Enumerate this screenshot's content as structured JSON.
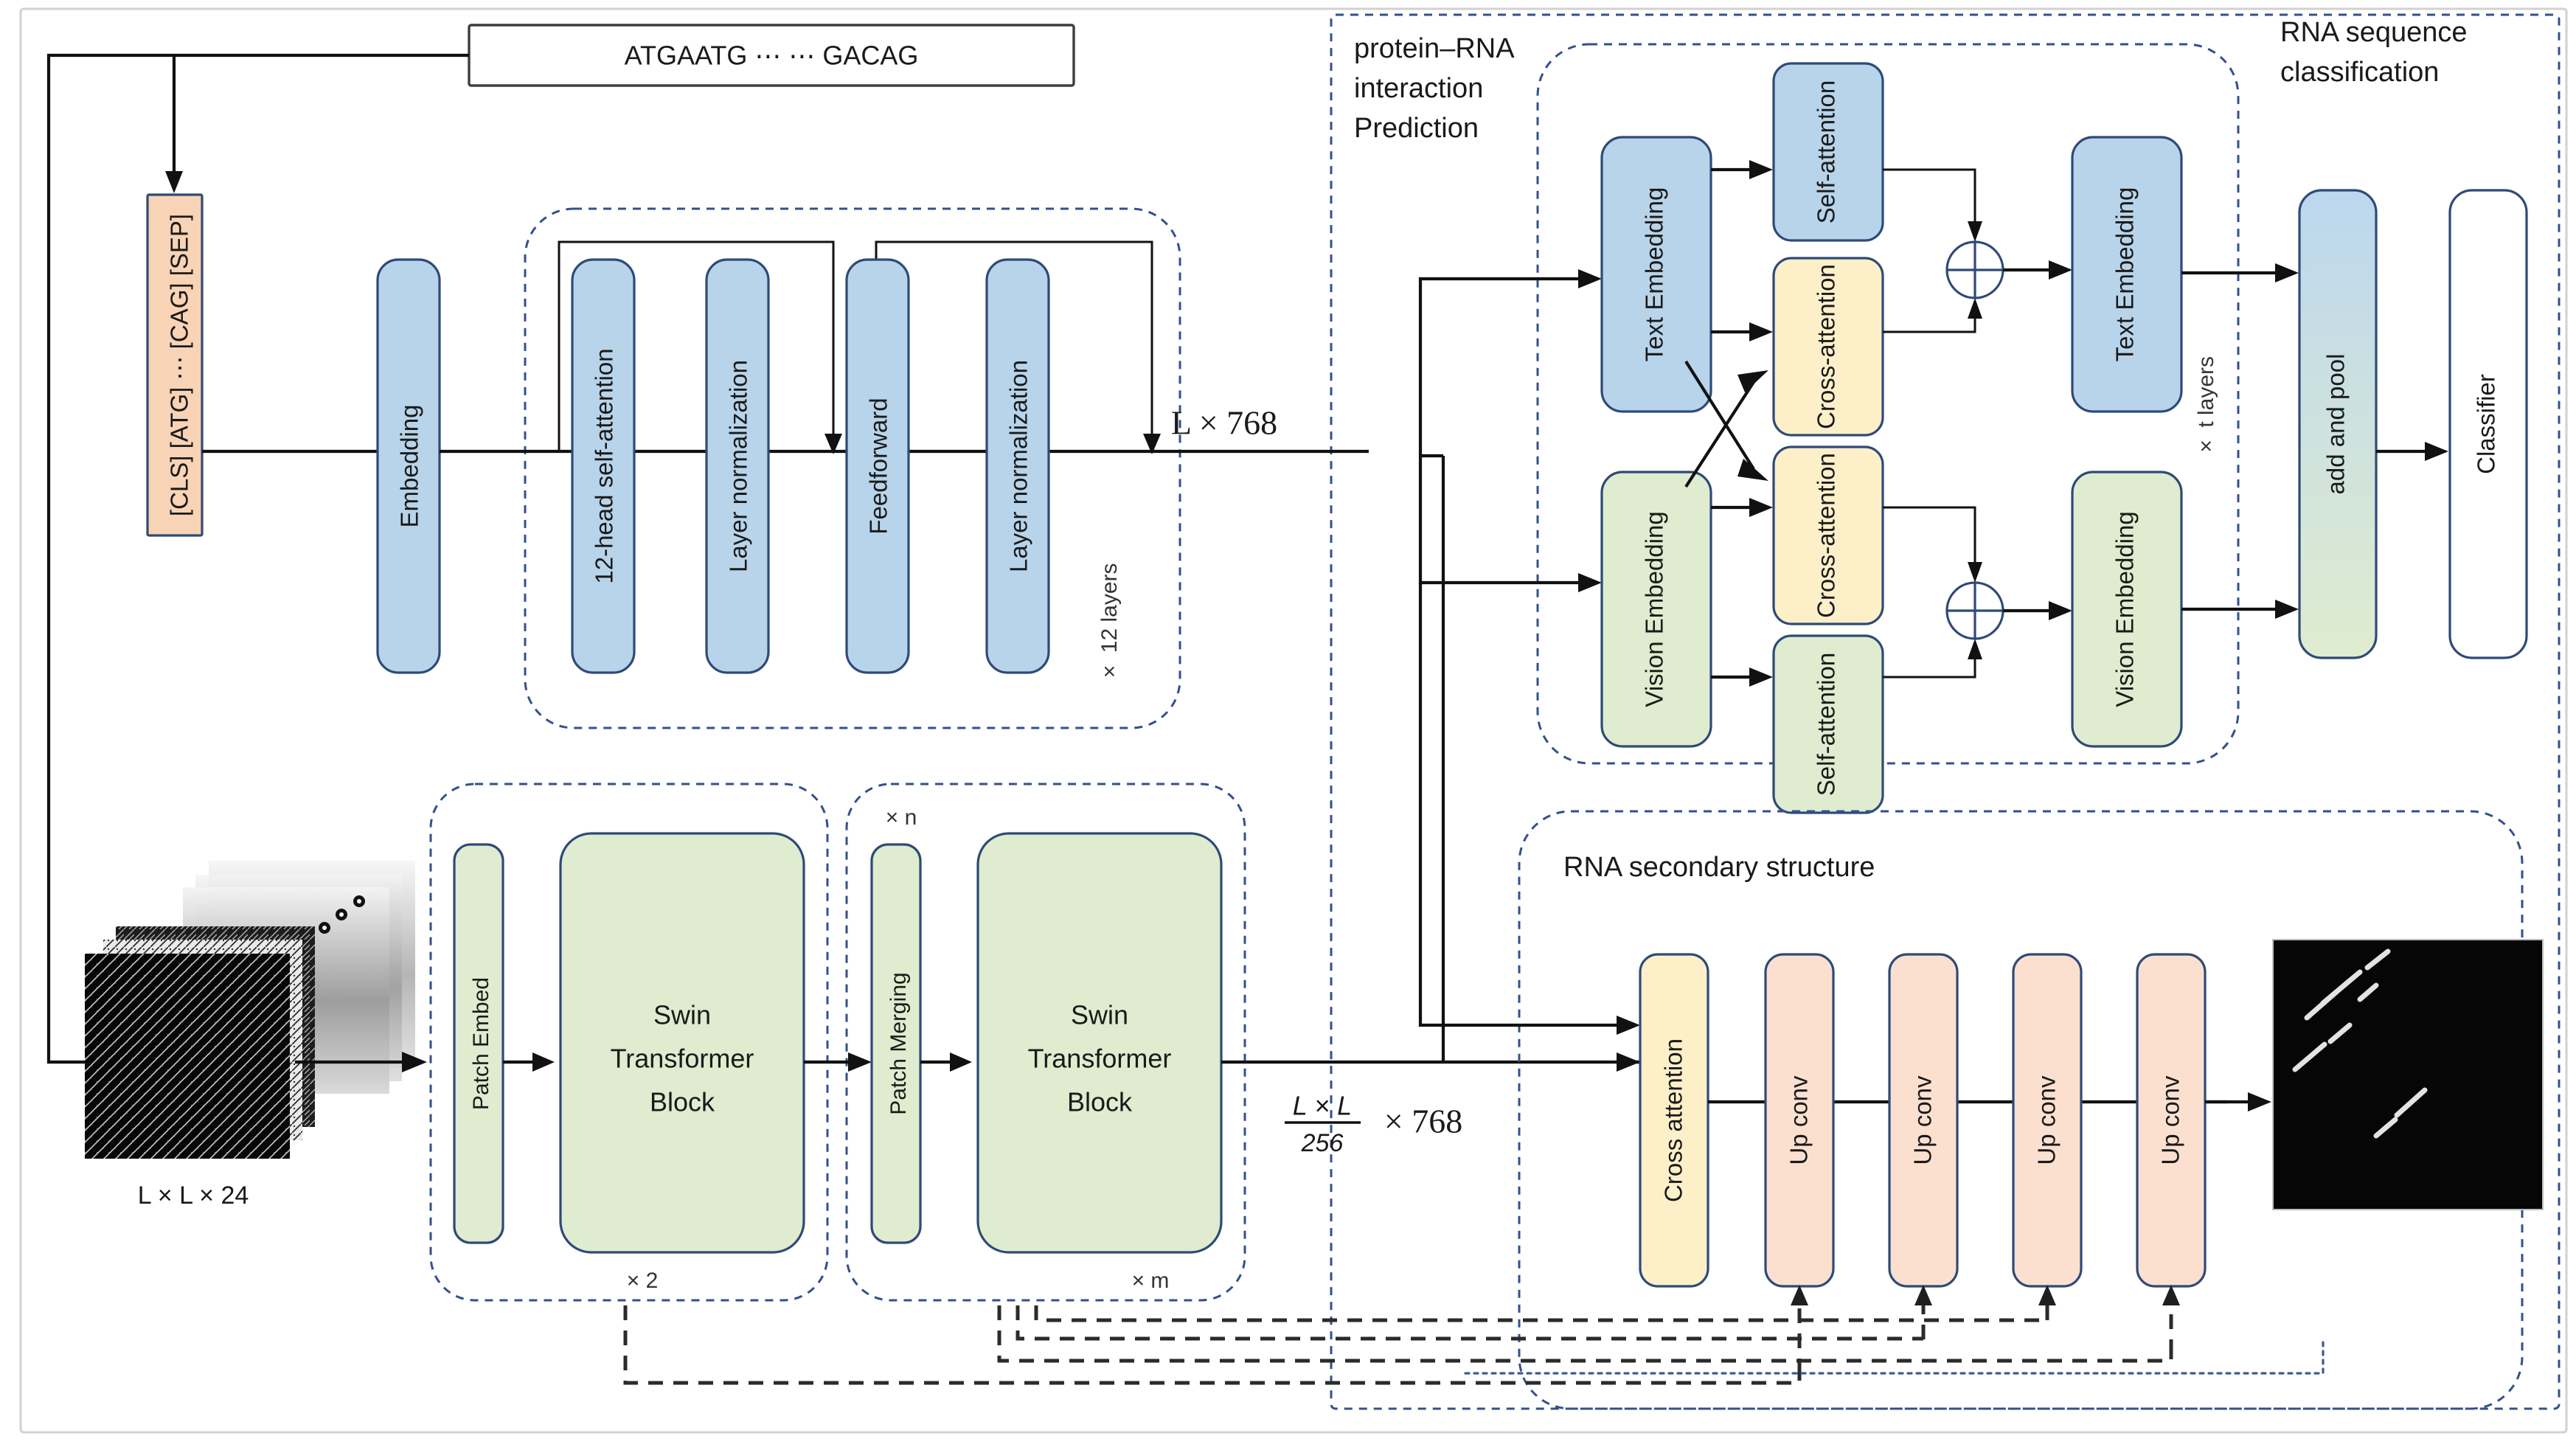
{
  "diagram": {
    "title_hidden": "",
    "input_sequence": {
      "label": "ATGAATG ⋯ ⋯ GACAG"
    },
    "token_box": {
      "label": "[CLS] [ATG] ⋯ [CAG] [SEP]"
    },
    "language_branch": {
      "embedding": "Embedding",
      "encoder_blocks": [
        "12-head self-attention",
        "Layer normalization",
        "Feedforward",
        "Layer normalization"
      ],
      "repeat_label": "× 12 layers",
      "output_shape": "L × 768"
    },
    "vision_branch": {
      "input_caption": "L × L × 24",
      "stage1": {
        "patch": "Patch Embed",
        "block_line1": "Swin",
        "block_line2": "Transformer",
        "block_line3": "Block",
        "repeat_label": "× 2"
      },
      "stage2": {
        "top_label": "× n",
        "patch": "Patch Merging",
        "block_line1": "Swin",
        "block_line2": "Transformer",
        "block_line3": "Block",
        "repeat_label": "× m"
      },
      "output_shape_num": "L × L",
      "output_shape_den": "256",
      "output_shape_tail": "× 768"
    },
    "interaction_section": {
      "title_line1": "protein–RNA",
      "title_line2": "interaction",
      "title_line3": "Prediction",
      "text_embedding_in": "Text Embedding",
      "vision_embedding_in": "Vision Embedding",
      "self_attention_top": "Self-attention",
      "cross_attention_top": "Cross-attention",
      "cross_attention_bottom": "Cross-attention",
      "self_attention_bottom": "Self-attention",
      "text_embedding_out": "Text Embedding",
      "vision_embedding_out": "Vision Embedding",
      "repeat_label": "× t layers",
      "sum_symbol": "⊕"
    },
    "classification_section": {
      "title_line1": "RNA sequence",
      "title_line2": "classification",
      "add_and_pool": "add and pool",
      "classifier": "Classifier"
    },
    "secondary_structure_section": {
      "title": "RNA secondary structure",
      "cross_attention": "Cross attention",
      "up_conv_blocks": [
        "Up conv",
        "Up conv",
        "Up conv",
        "Up conv"
      ],
      "output_caption": ""
    },
    "colors": {
      "blue_fill": "#b8d4ea",
      "green_fill": "#dfeccf",
      "orange_fill": "#f8d3b5",
      "peach_fill": "#fbe0d0",
      "yellow_fill": "#fdf0c9",
      "box_stroke": "#2e4a77",
      "dashed_blue": "#33508c",
      "line_black": "#111111"
    }
  }
}
